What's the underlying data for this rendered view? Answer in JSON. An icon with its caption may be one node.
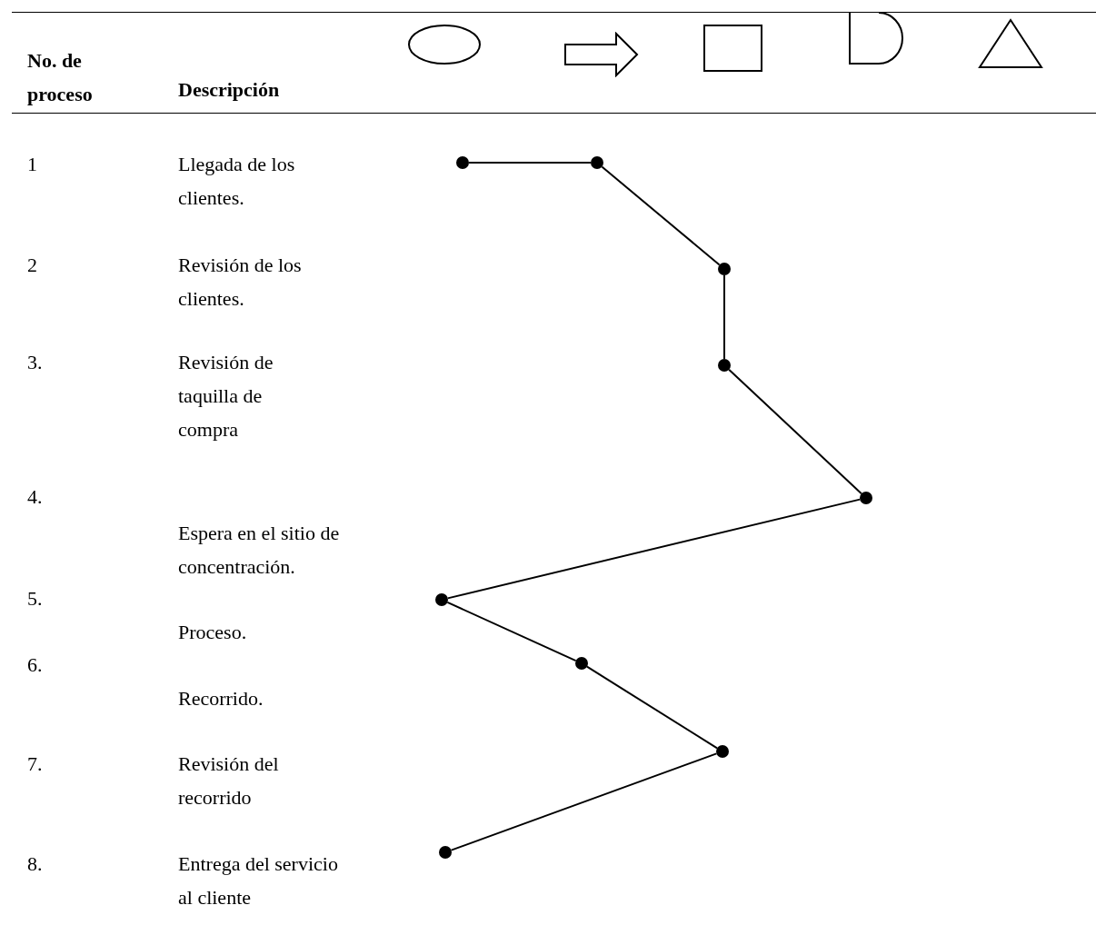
{
  "diagram": {
    "nodes": [
      {
        "text": [],
        "shape": "circle"
      },
      {
        "text": [],
        "shape": "circle"
      },
      {
        "text": [],
        "shape": "circle"
      },
      {
        "text": [],
        "shape": "circle"
      },
      {
        "text": [],
        "shape": "circle"
      },
      {
        "text": [],
        "shape": "circle"
      },
      {
        "text": [],
        "shape": "circle"
      },
      {
        "text": [],
        "shape": "circle"
      },
      {
        "text": [],
        "shape": "circle"
      }
    ],
    "edges": [
      {
        "from": 0,
        "to": 1,
        "arrow": "none"
      },
      {
        "from": 1,
        "to": 2,
        "arrow": "none"
      },
      {
        "from": 2,
        "to": 3,
        "arrow": "none"
      },
      {
        "from": 3,
        "to": 4,
        "arrow": "none"
      },
      {
        "from": 4,
        "to": 5,
        "arrow": "none"
      },
      {
        "from": 5,
        "to": 6,
        "arrow": "none"
      },
      {
        "from": 6,
        "to": 7,
        "arrow": "none"
      },
      {
        "from": 7,
        "to": 8,
        "arrow": "none"
      }
    ],
    "labels": [
      "No. de proceso",
      "Descripción",
      "1",
      "Llegada de los clientes.",
      "2",
      "Revisión de los clientes.",
      "3.",
      "Revisión de taquilla de compra",
      "4.",
      "Espera en el sitio de concentración.",
      "5.",
      "Proceso.",
      "6.",
      "Recorrido.",
      "7.",
      "Revisión del recorrido",
      "8.",
      "Entrega del servicio al cliente"
    ]
  }
}
